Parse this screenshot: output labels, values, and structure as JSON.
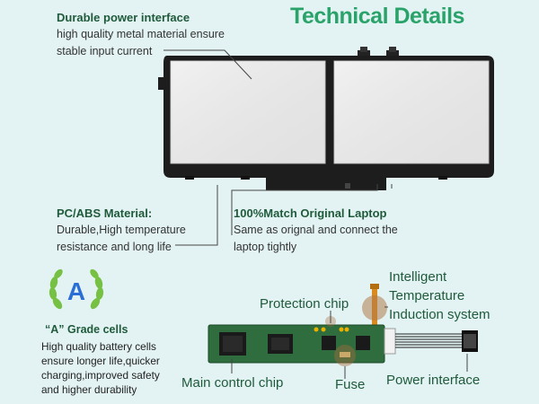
{
  "title": "Technical Details",
  "features": {
    "power_interface": {
      "heading": "Durable power interface",
      "lines": [
        "high quality metal material ensure",
        "stable input current"
      ]
    },
    "material": {
      "heading": "PC/ABS Material:",
      "lines": [
        "Durable,High temperature",
        "resistance and long life"
      ]
    },
    "match": {
      "heading": "100%Match Original Laptop",
      "lines": [
        "Same as orignal and connect the",
        "laptop tightly"
      ]
    }
  },
  "grade": {
    "badge_letter": "A",
    "heading": "“A” Grade cells",
    "lines": [
      "High quality battery cells",
      "ensure longer life,quicker",
      "charging,improved safety",
      "and higher durability"
    ]
  },
  "board_labels": {
    "protection_chip": "Protection chip",
    "temperature": [
      "Intelligent",
      "Temperature",
      "Induction system"
    ],
    "main_control": "Main control chip",
    "fuse": "Fuse",
    "power_interface": "Power interface"
  },
  "colors": {
    "background": "#e3f3f3",
    "title": "#2aa36a",
    "heading": "#1f5a3b",
    "battery_body": "#1d1d1d",
    "cell_fill": "#e6e6e6",
    "pcb": "#2f6d3e",
    "badge": "#2b6fd6",
    "laurel": "#76c043"
  }
}
